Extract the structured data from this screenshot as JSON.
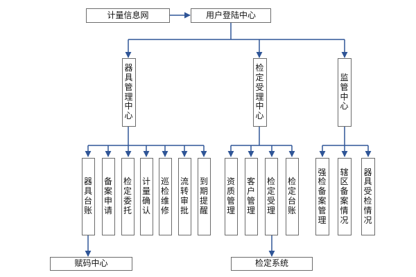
{
  "nodes": {
    "site": "计量信息网",
    "login": "用户登陆中心",
    "device_mgmt": "器具管理中心",
    "verify_accept": "检定受理中心",
    "supervise": "监管中心",
    "ledger": "器具台账",
    "filing": "备案申请",
    "entrust": "检定委托",
    "confirm": "计量确认",
    "inspect": "巡检维修",
    "approval": "流转审批",
    "expiry": "到期提醒",
    "qualification": "资质管理",
    "customer": "客户管理",
    "accept": "检定受理",
    "verify_ledger": "检定台账",
    "force_filing": "强检备案管理",
    "area_filing": "辖区备案情况",
    "device_check": "器具受检情况",
    "code_center": "赋码中心",
    "verify_system": "检定系统"
  }
}
